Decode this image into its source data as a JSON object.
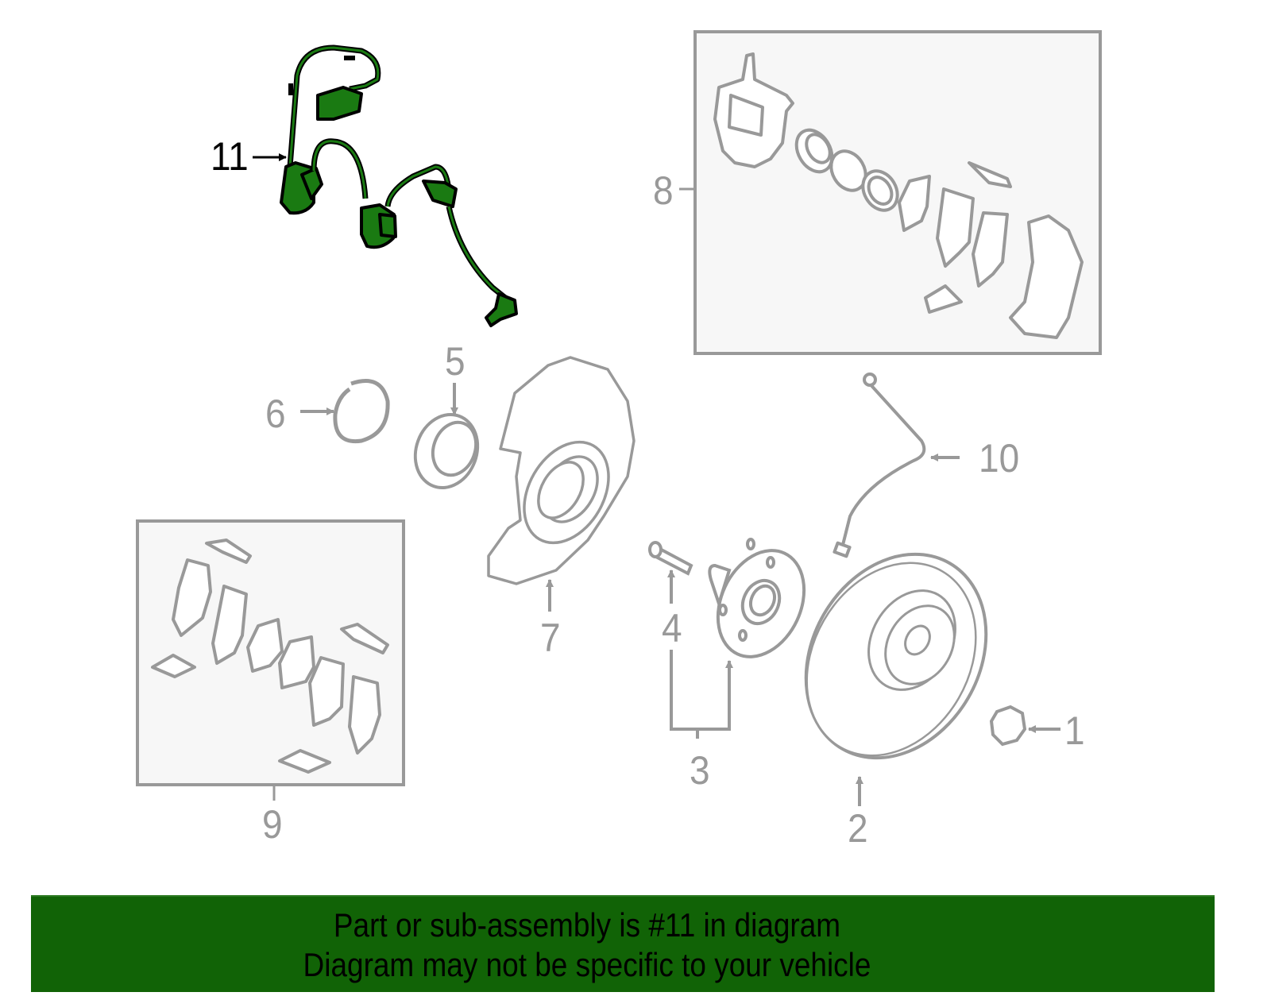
{
  "diagram": {
    "title": "Front brake / wheel hub exploded parts diagram",
    "highlighted_part": "11",
    "colors": {
      "line_gray": "#999999",
      "box_fill": "#f7f7f7",
      "highlight_green": "#116306",
      "highlight_part_fill": "#1a7a12",
      "banner_bg": "#116306",
      "banner_text": "#000000"
    },
    "callouts": [
      {
        "id": "1",
        "label": "1",
        "part": "hex nut"
      },
      {
        "id": "2",
        "label": "2",
        "part": "brake rotor / disc"
      },
      {
        "id": "3",
        "label": "3",
        "part": "hub assembly"
      },
      {
        "id": "4",
        "label": "4",
        "part": "wheel stud"
      },
      {
        "id": "5",
        "label": "5",
        "part": "wheel bearing"
      },
      {
        "id": "6",
        "label": "6",
        "part": "snap ring"
      },
      {
        "id": "7",
        "label": "7",
        "part": "splash shield"
      },
      {
        "id": "8",
        "label": "8",
        "part": "caliper assembly"
      },
      {
        "id": "9",
        "label": "9",
        "part": "brake pad set"
      },
      {
        "id": "10",
        "label": "10",
        "part": "brake hose"
      },
      {
        "id": "11",
        "label": "11",
        "part": "ABS wheel speed sensor"
      }
    ]
  },
  "banner": {
    "line1": "Part or sub-assembly is #11 in diagram",
    "line2": "Diagram may not be specific to your vehicle"
  }
}
